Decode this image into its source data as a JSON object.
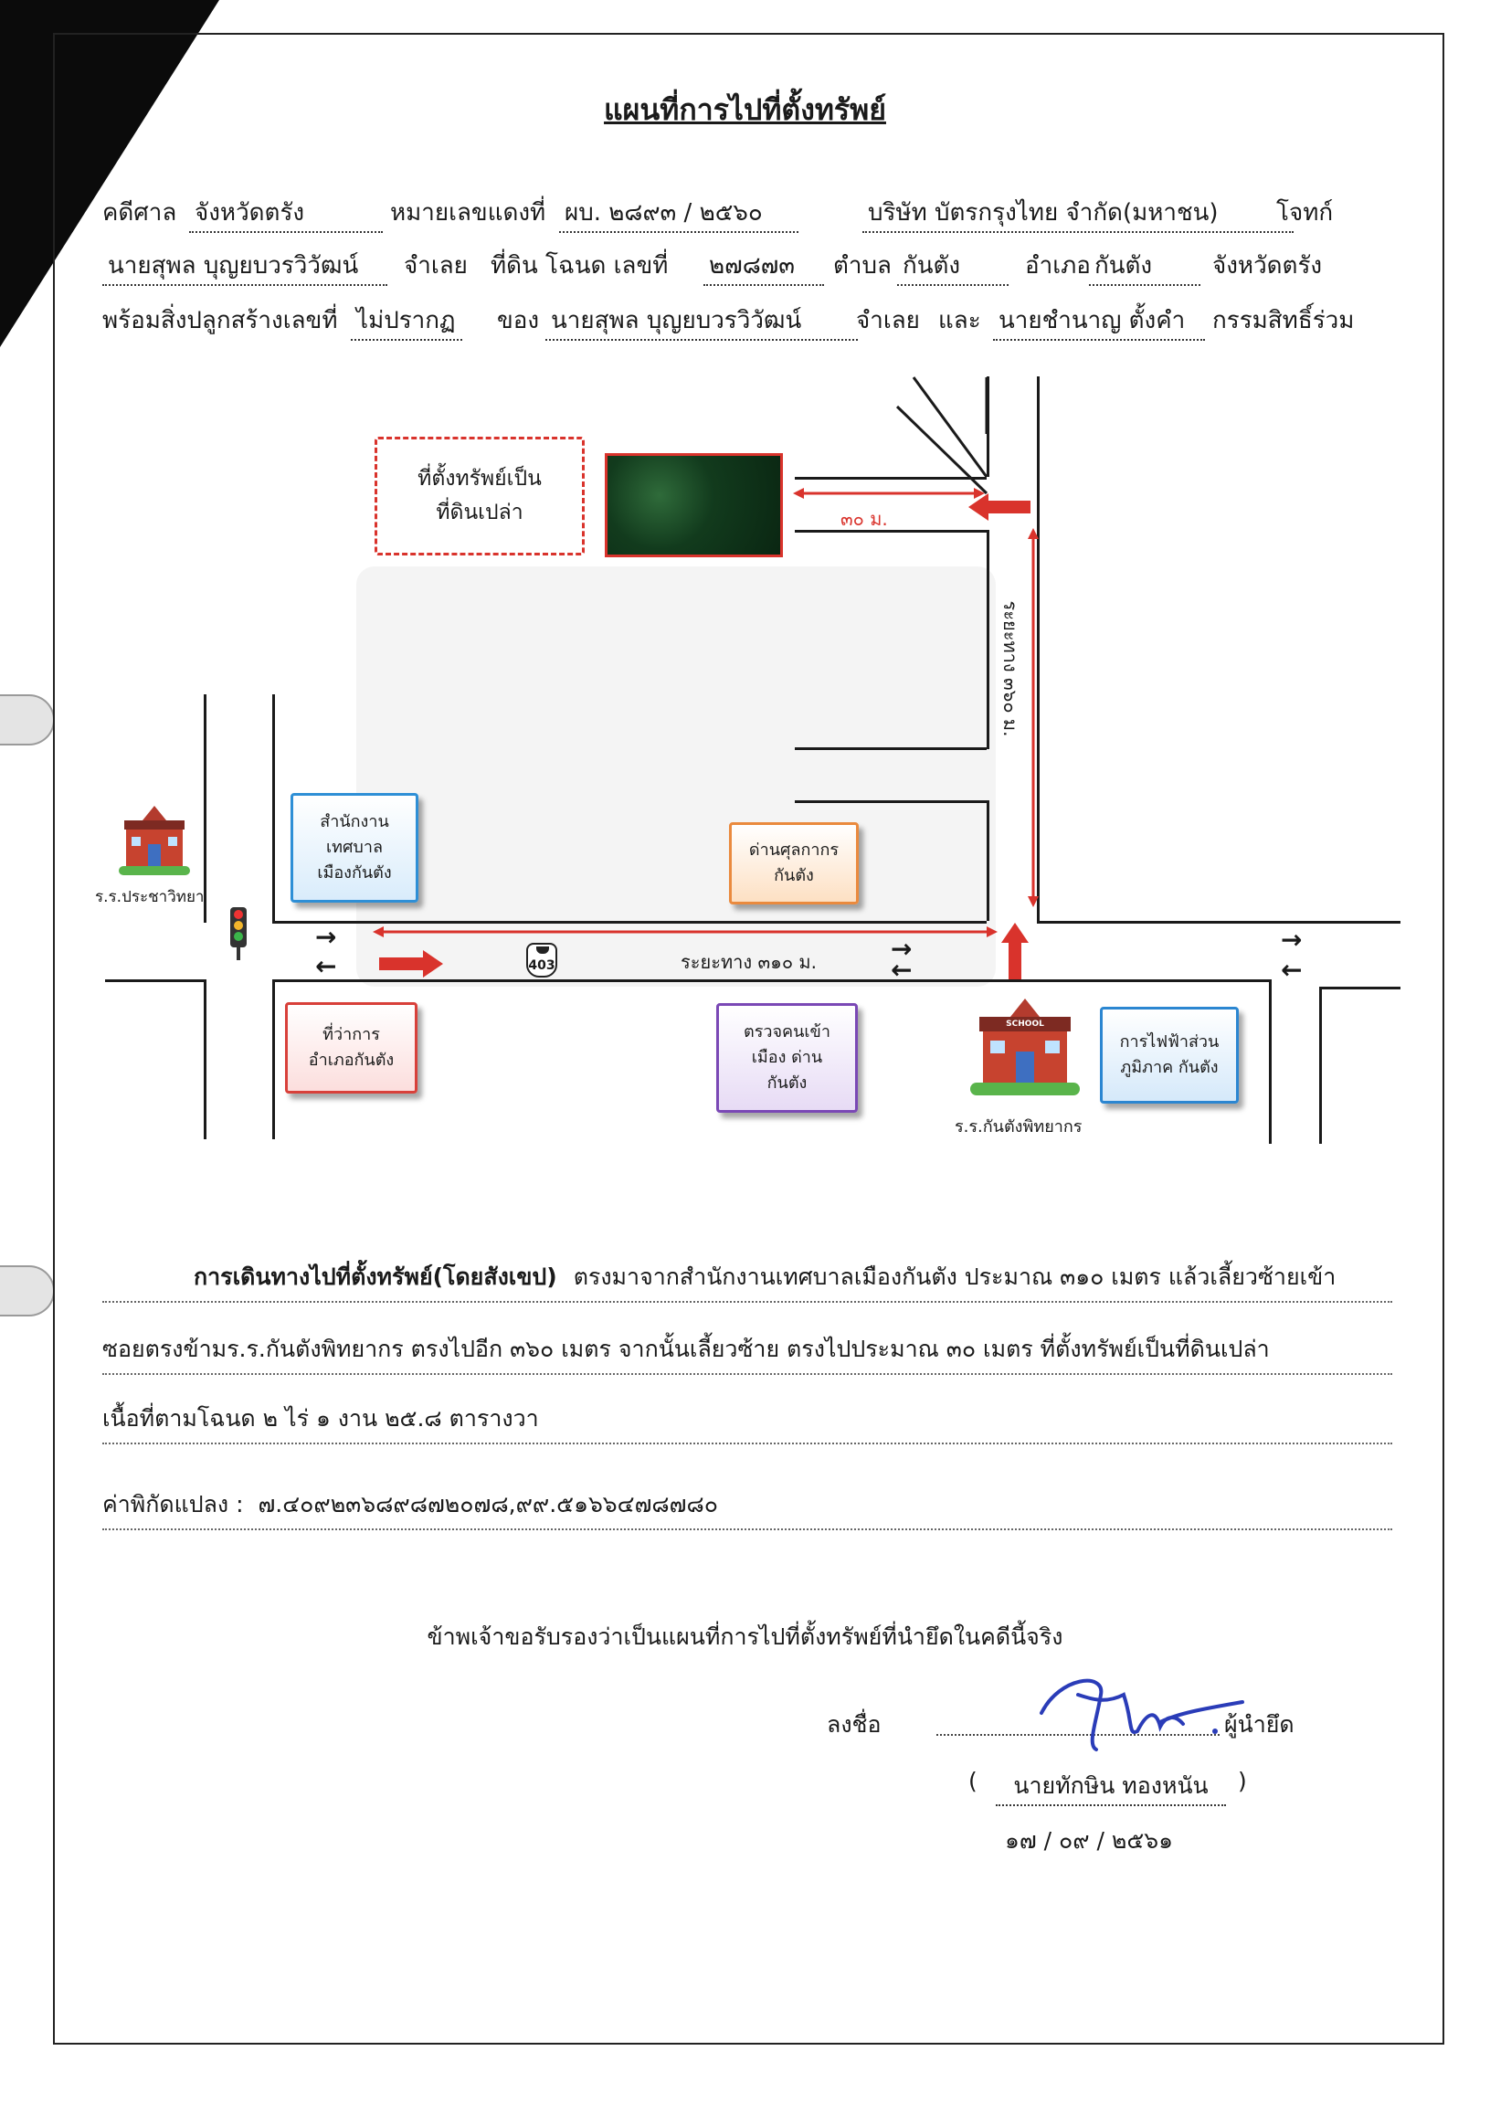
{
  "title": "แผนที่การไปที่ตั้งทรัพย์",
  "header": {
    "court_label": "คดีศาล",
    "court": "จังหวัดตรัง",
    "case_no_label": "หมายเลขแดงที่",
    "case_no": "ผบ. ๒๘๙๓ / ๒๕๖๐",
    "plaintiff": "บริษัท บัตรกรุงไทย จำกัด(มหาชน)",
    "plaintiff_label": "โจทก์",
    "defendant": "นายสุพล บุญยบวรวิวัฒน์",
    "defendant_label": "จำเลย",
    "land_label": "ที่ดิน โฉนด เลขที่",
    "deed_no": "๒๗๘๗๓",
    "subdistrict_label": "ตำบล",
    "subdistrict": "กันตัง",
    "district_label": "อำเภอ",
    "district": "กันตัง",
    "province": "จังหวัดตรัง",
    "building_label": "พร้อมสิ่งปลูกสร้างเลขที่",
    "building_no": "ไม่ปรากฏ",
    "of_label": "ของ",
    "owner": "นายสุพล บุญยบวรวิวัฒน์",
    "owner_role": "จำเลย",
    "and_label": "และ",
    "co_owner": "นายชำนาญ ตั้งคำ",
    "co_owner_role": "กรรมสิทธิ์ร่วม"
  },
  "map": {
    "property_label_line1": "ที่ตั้งทรัพย์เป็น",
    "property_label_line2": "ที่ดินเปล่า",
    "dist_30": "๓๐ ม.",
    "dist_360": "ระยะทาง ๓๖๐ ม.",
    "dist_310": "ระยะทาง ๓๑๐ ม.",
    "route_no": "403",
    "school_left": "ร.ร.ประชาวิทยา",
    "school_right": "ร.ร.กันตังพิทยากร",
    "school_sign": "SCHOOL",
    "municipal_line1": "สำนักงาน",
    "municipal_line2": "เทศบาล",
    "municipal_line3": "เมืองกันตัง",
    "customs_line1": "ด่านศุลกากร",
    "customs_line2": "กันตัง",
    "district_office_line1": "ที่ว่าการ",
    "district_office_line2": "อำเภอกันตัง",
    "immigration_line1": "ตรวจคนเข้า",
    "immigration_line2": "เมือง ด่าน",
    "immigration_line3": "กันตัง",
    "pea_line1": "การไฟฟ้าส่วน",
    "pea_line2": "ภูมิภาค กันตัง",
    "colors": {
      "route_red": "#d9332c",
      "municipal_blue": "#2e8fd6",
      "customs_orange": "#ea8a3e",
      "district_red": "#d8403a",
      "immigration_purple": "#7a48b5",
      "pea_blue": "#2b86d1"
    }
  },
  "directions": {
    "label": "การเดินทางไปที่ตั้งทรัพย์(โดยสังเขป)",
    "line1": "ตรงมาจากสำนักงานเทศบาลเมืองกันตัง ประมาณ ๓๑๐ เมตร  แล้วเลี้ยวซ้ายเข้า",
    "line2": "ซอยตรงข้ามร.ร.กันตังพิทยากร ตรงไปอีก ๓๖๐ เมตร จากนั้นเลี้ยวซ้าย ตรงไปประมาณ ๓๐ เมตร ที่ตั้งทรัพย์เป็นที่ดินเปล่า",
    "line3": "เนื้อที่ตามโฉนด ๒ ไร่ ๑ งาน ๒๕.๘ ตารางวา",
    "coords_label": "ค่าพิกัดแปลง :",
    "coords": "๗.๔๐๙๒๓๖๘๙๘๗๒๐๗๘,๙๙.๕๑๖๖๔๗๘๗๘๐"
  },
  "certification": {
    "statement": "ข้าพเจ้าขอรับรองว่าเป็นแผนที่การไปที่ตั้งทรัพย์ที่นำยึดในคดีนี้จริง",
    "sign_label": "ลงชื่อ",
    "role": "ผู้นำยึด",
    "name": "นายทักษิน ทองหนัน",
    "date": "๑๗ / ๐๙ / ๒๕๖๑"
  }
}
